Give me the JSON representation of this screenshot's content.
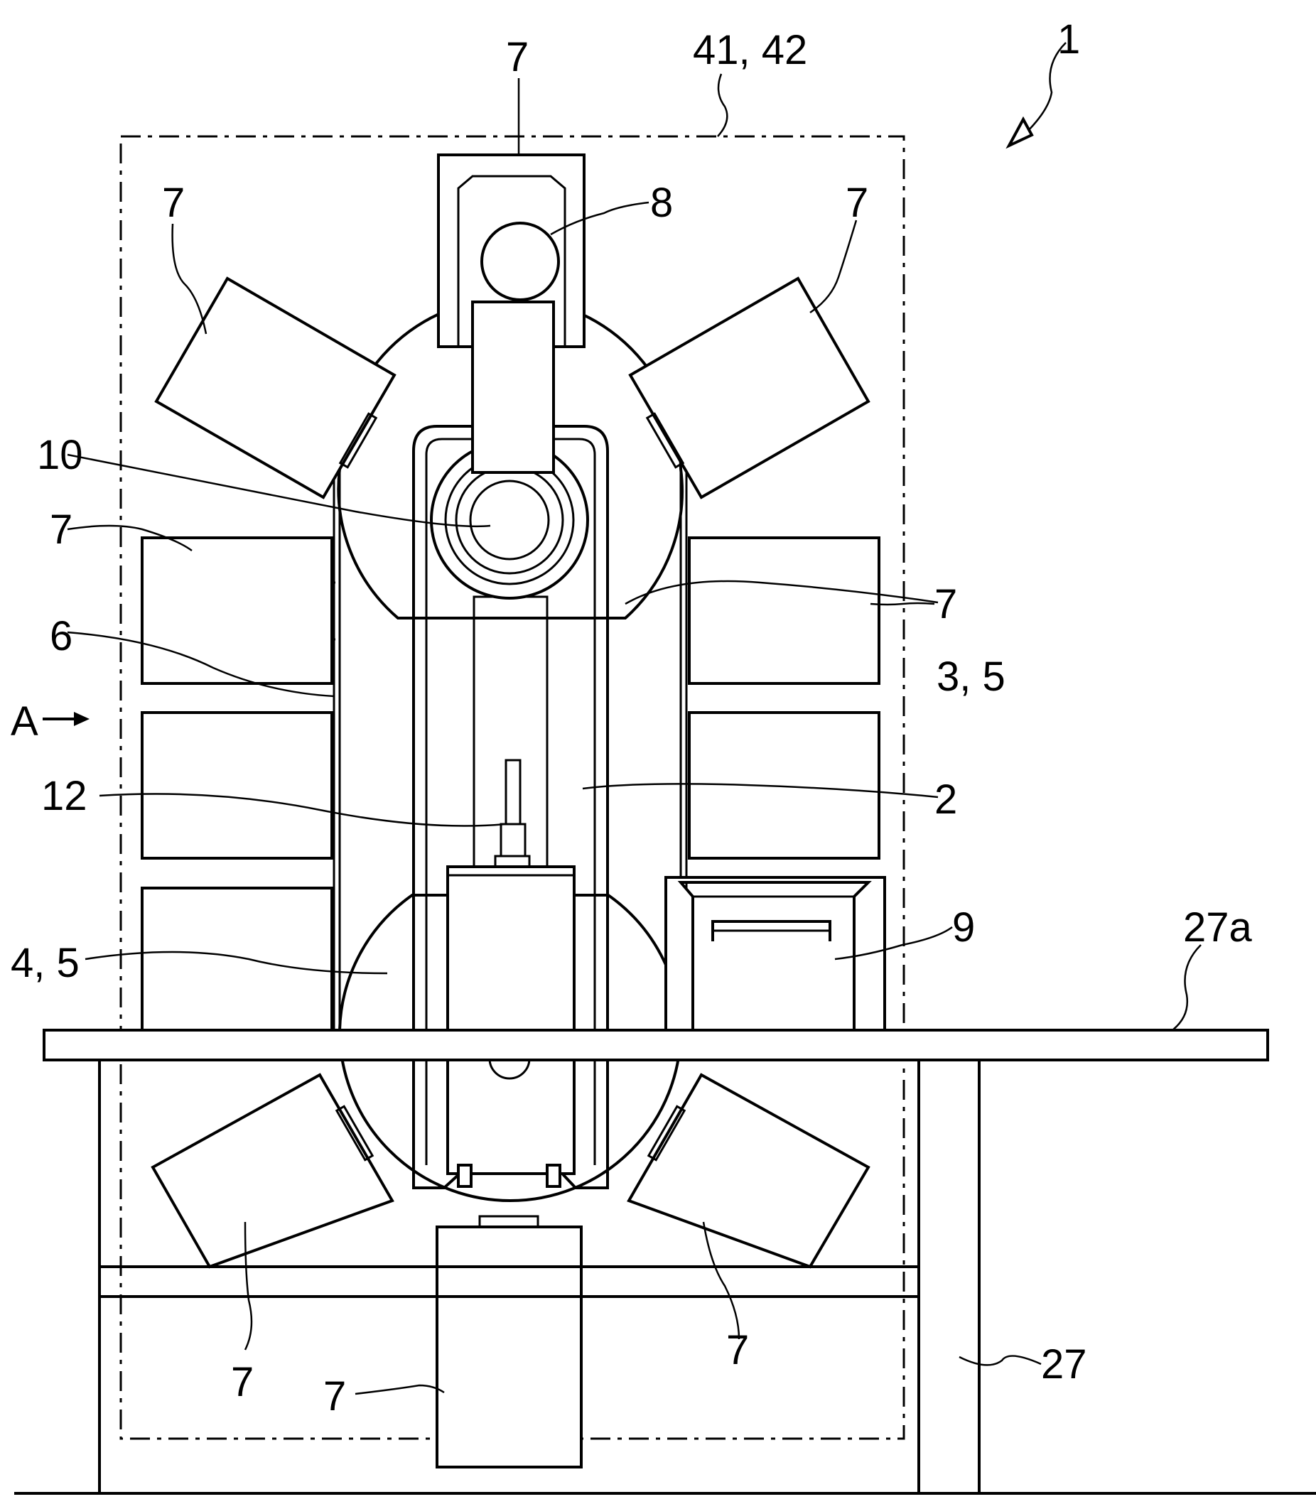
{
  "labels": {
    "assembly": "1",
    "enclosure": "41, 42",
    "unit_top": "7",
    "unit_upper_left": "7",
    "unit_upper_right": "7",
    "unit_left_1": "7",
    "unit_right_1": "7",
    "unit_lower_left": "7",
    "unit_lower_right": "7",
    "unit_bottom": "7",
    "roller_top": "8",
    "pulley": "10",
    "belt": "6",
    "upper_drum": "3, 5",
    "arrow_a": "A",
    "column": "2",
    "shaft": "12",
    "lower_drum": "4, 5",
    "cart": "9",
    "table_top": "27a",
    "table": "27"
  }
}
